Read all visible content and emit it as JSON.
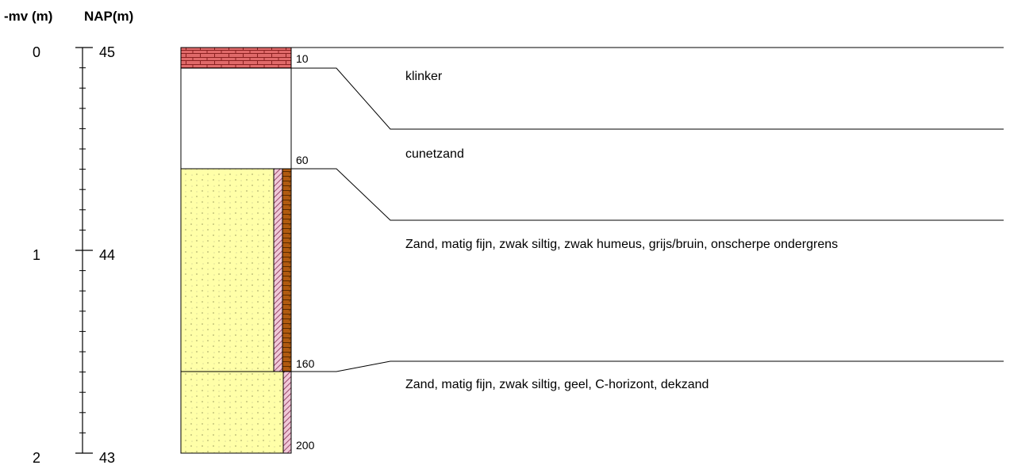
{
  "headers": {
    "mv": "-mv (m)",
    "nap": "NAP(m)"
  },
  "scale": {
    "mv_labels": [
      "0",
      "1",
      "2"
    ],
    "nap_labels": [
      "45",
      "44",
      "43"
    ]
  },
  "layers": [
    {
      "depth_bottom_cm": "10",
      "description": "klinker"
    },
    {
      "depth_bottom_cm": "60",
      "description": "cunetzand"
    },
    {
      "depth_bottom_cm": "160",
      "description": "Zand, matig fijn, zwak siltig, zwak humeus, grijs/bruin, onscherpe ondergrens"
    },
    {
      "depth_bottom_cm": "200",
      "description": "Zand, matig fijn, zwak siltig, geel, C-horizont, dekzand"
    }
  ],
  "colors": {
    "brick": "#e06a6a",
    "sand": "#ffffa8",
    "humus_strip": "#d9a0b4",
    "peat_strip": "#b05a10"
  }
}
